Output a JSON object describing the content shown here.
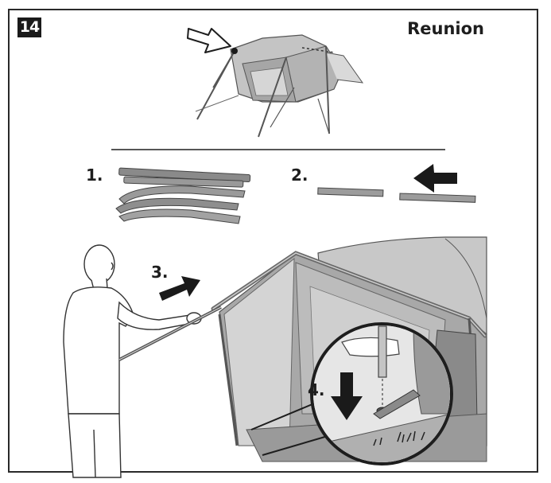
{
  "step": {
    "number": "14"
  },
  "header": {
    "title": "Reunion"
  },
  "substeps": [
    {
      "label": "1."
    },
    {
      "label": "2."
    },
    {
      "label": "3."
    },
    {
      "label": "4."
    }
  ],
  "colors": {
    "ink": "#1e1e1e",
    "tent_light": "#c9c9c9",
    "tent_mid": "#a9a9a9",
    "tent_dark": "#8a8a8a",
    "pole": "#7d7d7d",
    "background": "#ffffff"
  },
  "icons": [
    "arrow-right-icon",
    "arrow-left-icon",
    "arrow-down-icon",
    "tent-illustration",
    "person-illustration",
    "pole-segments-illustration",
    "magnifier-circle"
  ]
}
